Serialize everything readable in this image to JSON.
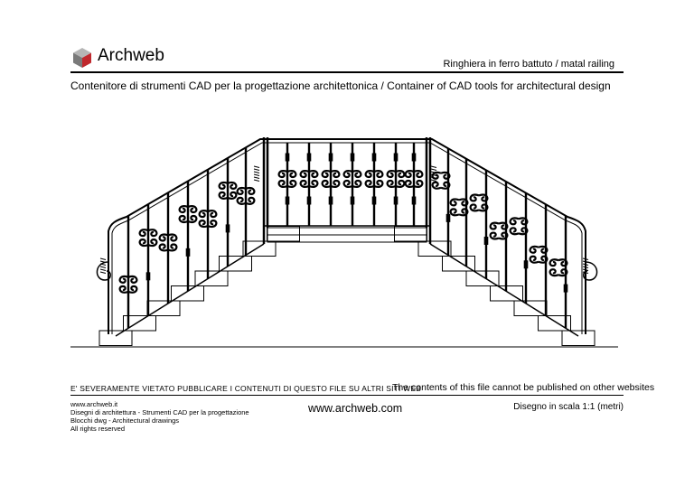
{
  "header": {
    "brand": "Archweb",
    "title": "Ringhiera in ferro battuto  / matal railing",
    "subtitle": "Contenitore di strumenti CAD per la progettazione architettonica  /  Container of CAD tools for architectural design"
  },
  "notice": {
    "italian": "E' SEVERAMENTE VIETATO PUBBLICARE I CONTENUTI DI QUESTO FILE SU ALTRI SITI WEB",
    "english": "The contents of this file cannot be published on other websites"
  },
  "footer": {
    "lines": [
      "www.archweb.it",
      "Disegni di architettura - Strumenti CAD  per la progettazione",
      "Blocchi dwg - Architectural drawings",
      "All rights reserved"
    ],
    "url": "www.archweb.com",
    "scale": "Disegno in scala 1:1 (metri)"
  },
  "colors": {
    "logo_red": "#c0282d",
    "logo_gray": "#8a8a8a",
    "ink": "#000000"
  }
}
